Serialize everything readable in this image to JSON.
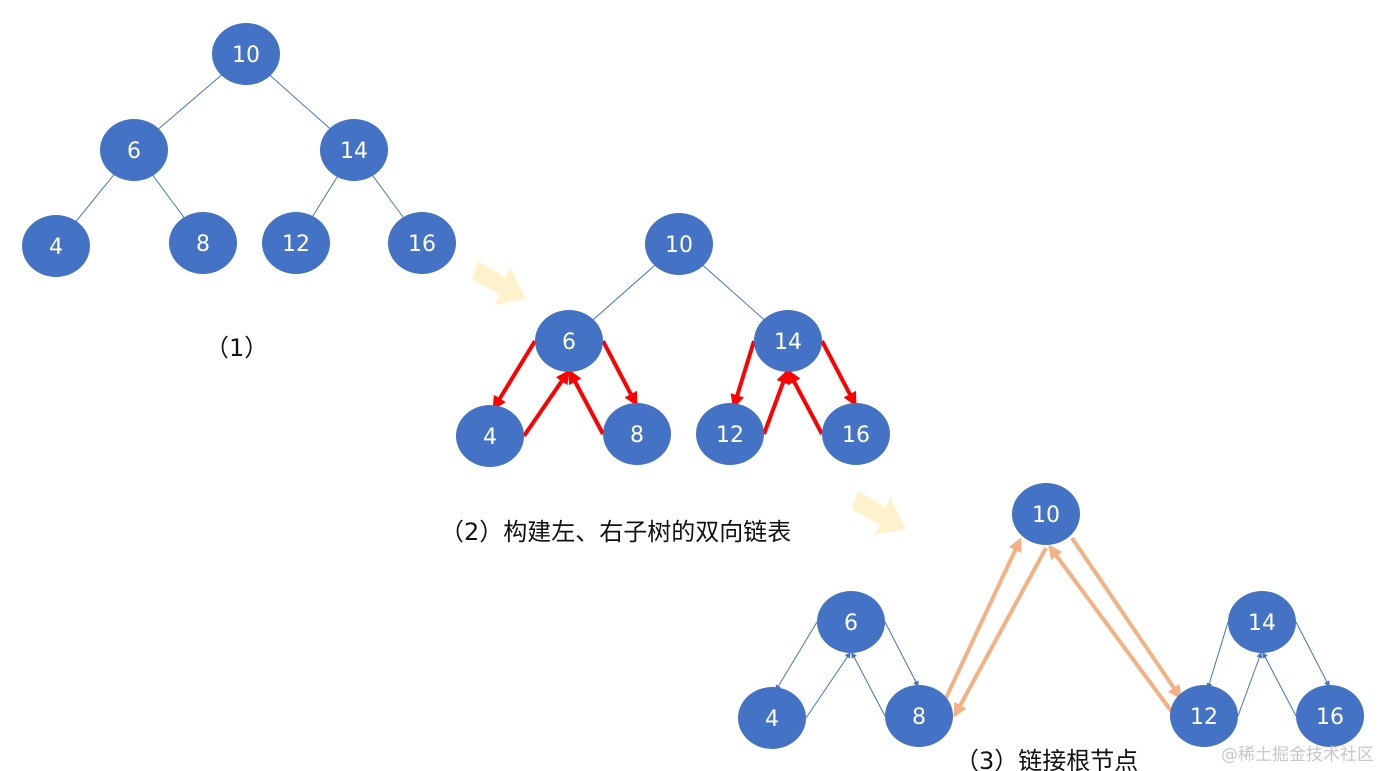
{
  "colors": {
    "node": "#4472c4",
    "node_text": "#ffffff",
    "edge": "#4472c4",
    "red_arrow": "#ff0000",
    "orange_arrow": "#f4b183",
    "step_arrow": "#fff2cc"
  },
  "trees": [
    {
      "nodes": [
        "10",
        "6",
        "14",
        "4",
        "8",
        "12",
        "16"
      ],
      "caption": "（1）"
    },
    {
      "nodes": [
        "10",
        "6",
        "14",
        "4",
        "8",
        "12",
        "16"
      ],
      "caption": "（2）构建左、右子树的双向链表"
    },
    {
      "nodes": [
        "10",
        "6",
        "14",
        "4",
        "8",
        "12",
        "16"
      ],
      "caption": "（3）链接根节点"
    }
  ],
  "watermark": "@稀土掘金技术社区"
}
